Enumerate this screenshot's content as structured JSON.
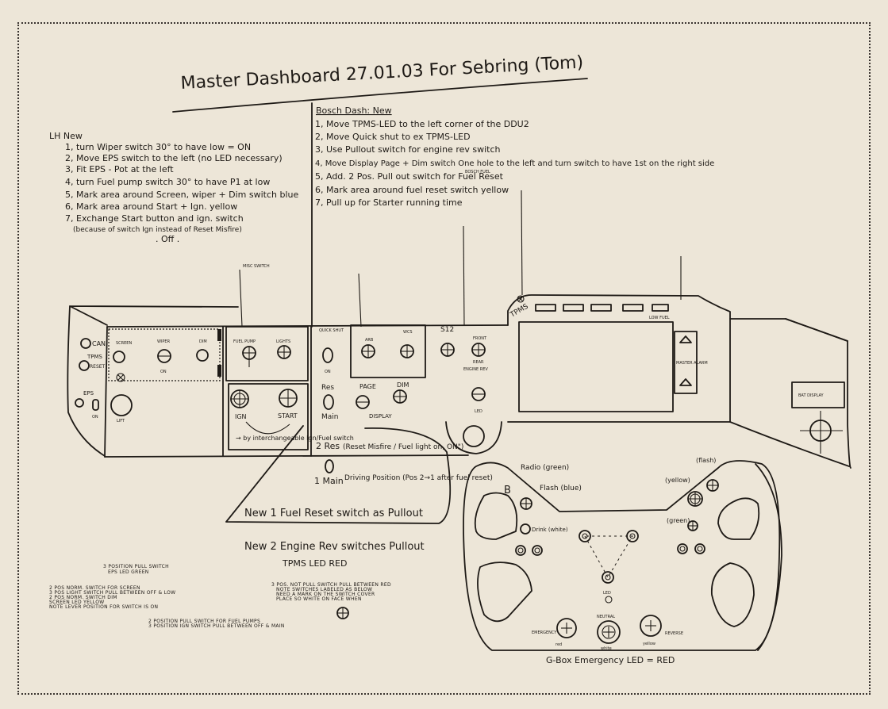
{
  "title": {
    "text": "Master Dashboard 27.01.03 For Sebring (Tom)"
  },
  "lhs_notes": {
    "heading": "LH New",
    "items": [
      "1, turn Wiper switch 30° to have low = ON",
      "2, Move EPS switch to the left (no LED necessary)",
      "3, Fit EPS - Pot at the left",
      "4, turn Fuel pump switch 30° to have P1 at low",
      "5, Mark area around Screen, wiper + Dim switch blue",
      "6, Mark area around Start + Ign. yellow",
      "7, Exchange Start button and ign. switch",
      "(because of switch Ign instead of Reset Misfire)",
      ". Off ."
    ]
  },
  "bosch_notes": {
    "heading": "Bosch Dash: New",
    "items": [
      "1, Move TPMS-LED to the left corner of the DDU2",
      "2, Move Quick shut to ex TPMS-LED",
      "3, Use Pullout switch for engine rev switch",
      "4, Move Display Page + Dim switch One hole to the left and turn switch to have 1st on the right side",
      "5, Add. 2 Pos. Pull out switch for Fuel Reset",
      "6, Mark area around fuel reset switch yellow",
      "7, Pull up for Starter running time"
    ]
  },
  "panel_labels": {
    "can": "CAN",
    "tpms": "TPMS",
    "reset": "RESET",
    "eps": "EPS",
    "eps_on": "ON",
    "lift": "LIFT",
    "screen": "SCREEN",
    "wiper": "WIPER",
    "dim": "DIM",
    "wiper_on": "ON",
    "fuel_pump": "FUEL PUMP",
    "lights": "LIGHTS",
    "ign": "IGN",
    "start": "START",
    "quick_shut": "QUICK SHUT",
    "qs_on": "ON",
    "res": "Res",
    "main": "Main",
    "arb": "ARB",
    "wcs": "WCS",
    "page": "PAGE",
    "dim2": "DIM",
    "display": "DISPLAY",
    "s12": "S12",
    "front": "FRONT",
    "rear": "REAR",
    "engine_rev": "ENGINE REV",
    "led": "LED",
    "tpms_tab": "TPMS",
    "low_fuel": "LOW FUEL",
    "master_alarm": "MASTER ALARM",
    "bat_display": "BAT DISPLAY",
    "misc_sw": "MISC SWITCH"
  },
  "callouts": {
    "bosch_fuel": "BOSCH FUEL",
    "ign_fuel_note": "→ by interchangeable Ign/Fuel switch",
    "res_2": "2 Res",
    "res_2_note": "(Reset Misfire / Fuel light on, ON\")",
    "main_1": "1 Main",
    "main_1_note": "Driving Position (Pos 2→1 after fuel reset)",
    "new_1": "New 1 Fuel Reset switch as Pullout",
    "new_2": "New 2 Engine Rev switches Pullout",
    "tpms_led": "TPMS LED RED"
  },
  "small_print": {
    "block_a": [
      "3 POSITION PULL SWITCH",
      "EPS LED GREEN"
    ],
    "block_b": [
      "2 POS NORM. SWITCH FOR SCREEN",
      "3 POS LIGHT SWITCH PULL BETWEEN OFF & LOW",
      "2 POS NORM. SWITCH DIM",
      "SCREEN LED YELLOW",
      "NOTE LEVER POSITION FOR SWITCH IS ON"
    ],
    "block_c": [
      "2 POSITION PULL SWITCH FOR FUEL PUMPS",
      "3 POSITION IGN SWITCH PULL BETWEEN OFF & MAIN"
    ],
    "block_d": [
      "3 POS. NOT PULL SWITCH PULL BETWEEN RED",
      "NOTE SWITCHES LABELED AS BELOW",
      "NEED A MARK ON THE SWITCH COVER",
      "PLACE SO WHITE ON FACE WHEN"
    ]
  },
  "wheel": {
    "radio": "Radio (green)",
    "flash": "Flash (blue)",
    "drink": "Drink (white)",
    "flash_r": "(flash)",
    "yellow_r": "(yellow)",
    "green_r": "(green)",
    "b_mark": "B",
    "led_center": "LED",
    "emergency": "EMERGENCY",
    "emergency_color": "red",
    "neutral": "NEUTRAL",
    "neutral_color": "white",
    "reverse": "REVERSE",
    "reverse_color": "yellow",
    "footer": "G-Box Emergency LED = RED"
  }
}
